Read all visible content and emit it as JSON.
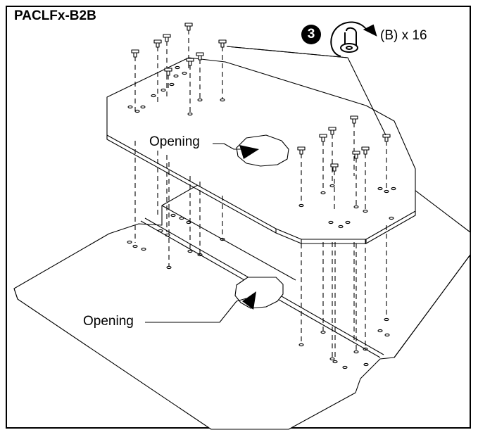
{
  "title": "PACLFx-B2B",
  "step": {
    "number": "3",
    "quantity_label": "(B) x 16",
    "icon": "rotate-clockwise-screw-icon"
  },
  "labels": {
    "opening_upper": "Opening",
    "opening_lower": "Opening"
  },
  "colors": {
    "line": "#000000",
    "background": "#ffffff",
    "step_badge": "#000000"
  }
}
